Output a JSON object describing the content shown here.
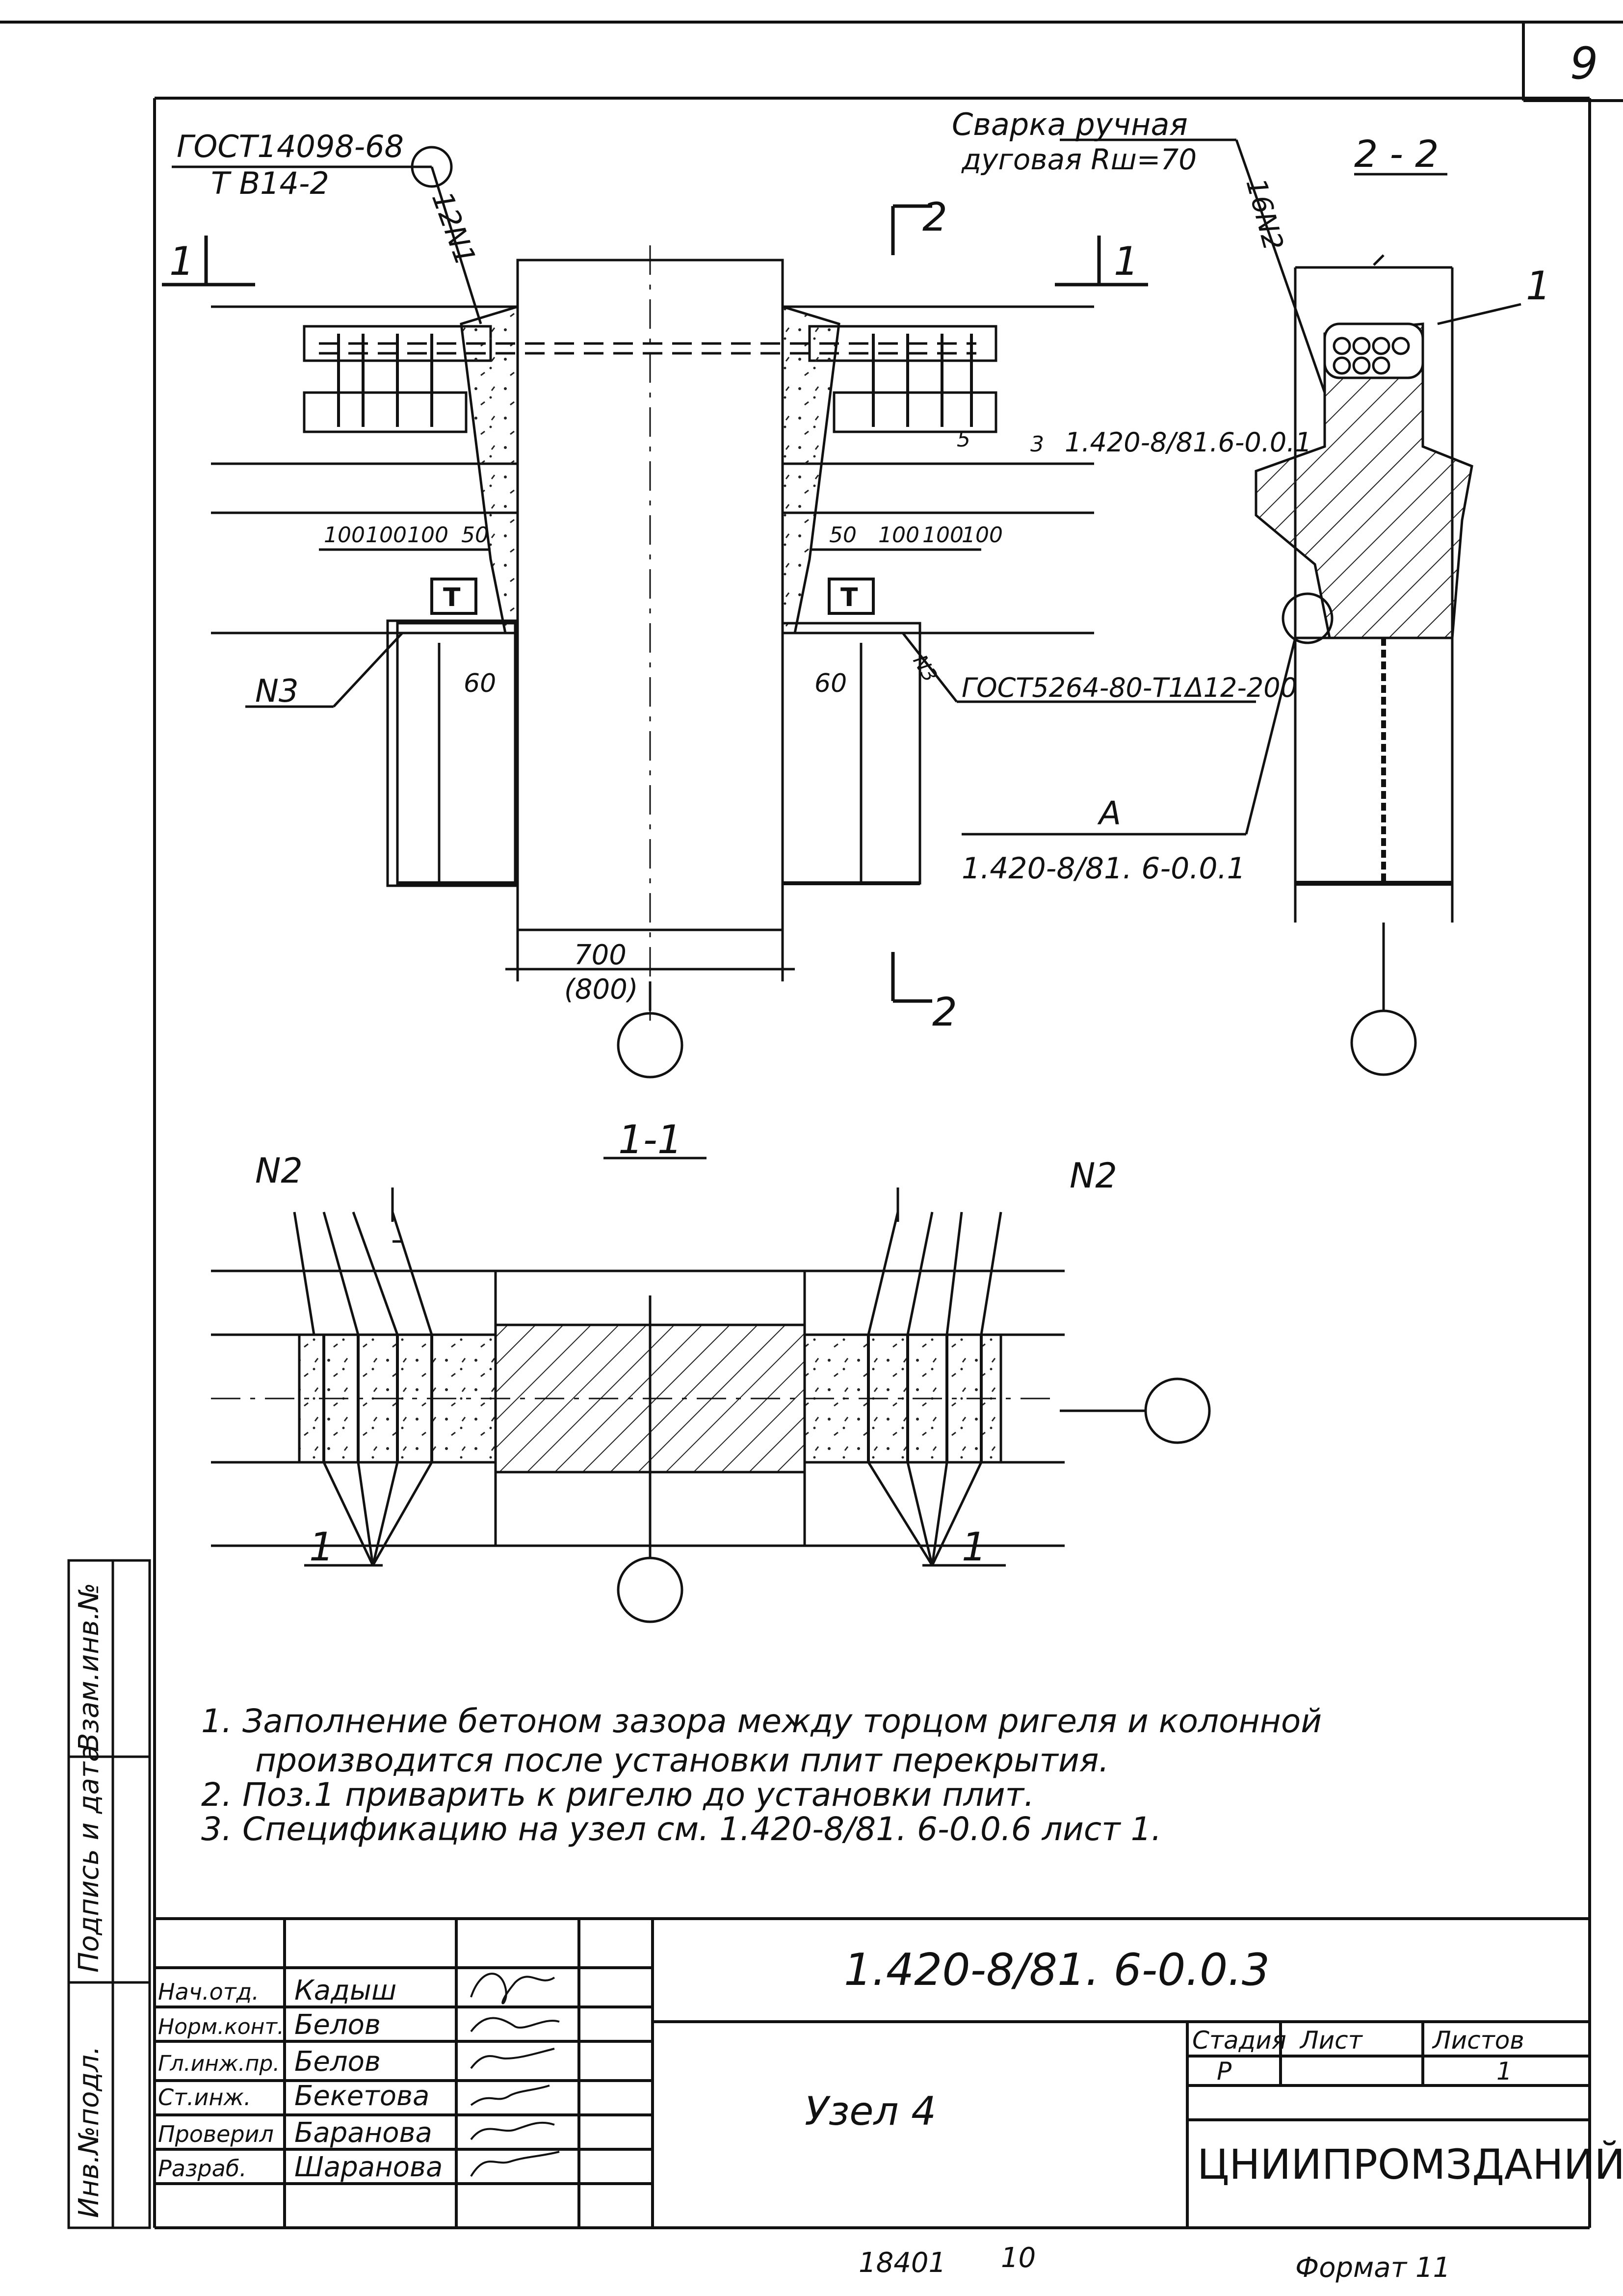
{
  "page_number": "9",
  "drawing": {
    "left_leader": {
      "standard": "ГОСТ14098-68",
      "weld_code": "Т В14-2",
      "mark": "12N1"
    },
    "right_leader": {
      "line1": "Сварка ручная",
      "line2": "дуговая Rш=70",
      "mark": "16N2"
    },
    "section_1_label": "1",
    "section_2_label": "2",
    "view_22_title": "2 - 2",
    "view_11_title": "1-1",
    "pos_1": "1",
    "dims_left": [
      "100",
      "100",
      "100",
      "50"
    ],
    "dims_right": [
      "50",
      "100",
      "100",
      "100"
    ],
    "dim_60": "60",
    "dim_700": "700",
    "dim_800": "(800)",
    "dim_3": "3",
    "dim_5": "5",
    "t_mark": "T",
    "n3_label": "N3",
    "ref_right": "1.420-8/81.6-0.0.1",
    "weld_right": "ГОСТ5264-80-Т1Δ12-200",
    "weld_mark_small": "N3",
    "node_a": "A",
    "node_a_ref": "1.420-8/81. 6-0.0.1",
    "n2_label": "N2"
  },
  "notes": [
    "1. Заполнение бетоном зазора между торцом ригеля и колонной",
    "производится после установки плит перекрытия.",
    "2. Поз.1 приварить к ригелю до установки плит.",
    "3. Спецификацию на узел см. 1.420-8/81. 6-0.0.6 лист 1."
  ],
  "side_stamp": [
    "Инв.№подл.",
    "Подпись и дата",
    "Взам.инв.№"
  ],
  "title_block": {
    "doc_code": "1.420-8/81. 6-0.0.3",
    "title": "Узел 4",
    "org": "ЦНИИПРОМЗДАНИЙ",
    "stage_header": "Стадия",
    "sheet_header": "Лист",
    "sheets_header": "Листов",
    "stage": "Р",
    "sheets": "1",
    "roles": [
      {
        "role": "Нач.отд.",
        "name": "Кадыш"
      },
      {
        "role": "Норм.конт.",
        "name": "Белов"
      },
      {
        "role": "Гл.инж.пр.",
        "name": "Белов"
      },
      {
        "role": "Ст.инж.",
        "name": "Бекетова"
      },
      {
        "role": "Проверил",
        "name": "Баранова"
      },
      {
        "role": "Разраб.",
        "name": "Шаранова"
      }
    ]
  },
  "footer": {
    "inv": "18401",
    "num": "10",
    "format": "Формат 11"
  }
}
